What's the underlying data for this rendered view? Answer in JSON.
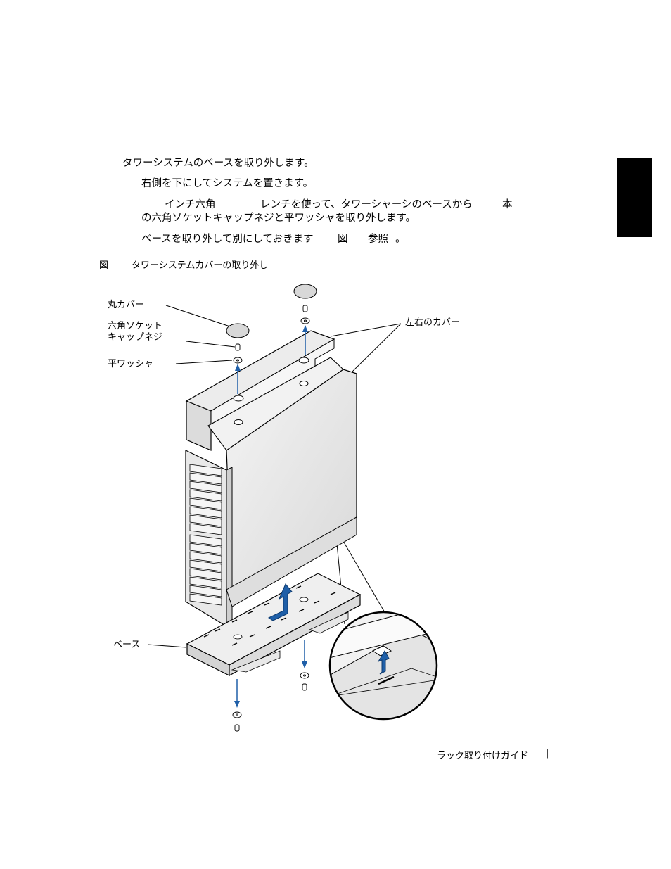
{
  "steps": {
    "main": "タワーシステムのベースを取り外します。",
    "sub1": "右側を下にしてシステムを置きます。",
    "sub2_a": "インチ六角",
    "sub2_b": "レンチを使って、タワーシャーシのベースから",
    "sub2_c": "本",
    "sub2_line2": "の六角ソケットキャップネジと平ワッシャを取り外します。",
    "sub3_a": "ベースを取り外して別にしておきます",
    "sub3_b": "図",
    "sub3_c": "参照",
    "sub3_d": "。"
  },
  "figure": {
    "caption_prefix": "図",
    "caption": "タワーシステムカバーの取り外し",
    "labels": {
      "round_cover": "丸カバー",
      "hex_screw_line1": "六角ソケット",
      "hex_screw_line2": "キャップネジ",
      "flat_washer": "平ワッシャ",
      "side_covers": "左右のカバー",
      "base": "ベース"
    },
    "colors": {
      "arrow": "#1f5fa8",
      "panel": "#e6e6e6",
      "outline": "#000000"
    }
  },
  "footer": {
    "title": "ラック取り付けガイド",
    "separator": "|"
  }
}
